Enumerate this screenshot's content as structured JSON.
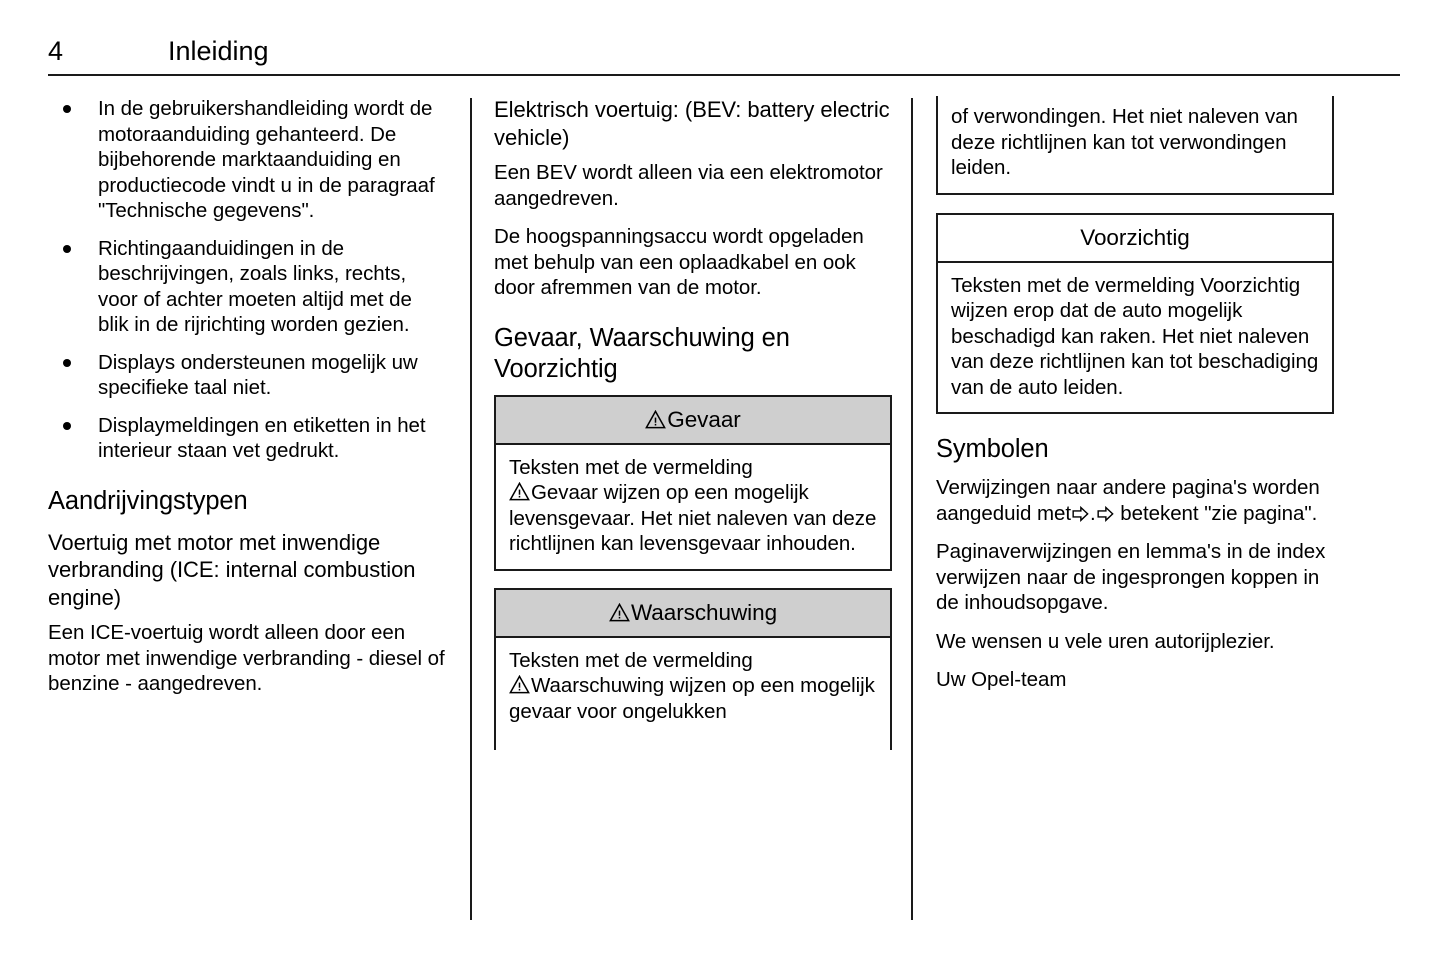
{
  "header": {
    "page_number": "4",
    "chapter_title": "Inleiding"
  },
  "icons": {
    "warning_triangle": "warning-triangle-icon",
    "page_reference_arrow": "right-arrow-outline-icon"
  },
  "colors": {
    "notice_header_shaded": "#cfcfcf",
    "rule": "#1a1a1a",
    "text": "#000000",
    "page_background": "#ffffff"
  },
  "column1": {
    "bullets": [
      "In de gebruikershandleiding wordt de motoraanduiding gehanteerd. De bijbehorende marktaanduiding en productiecode vindt u in de paragraaf \"Technische gegevens\".",
      "Richtingaanduidingen in de beschrijvingen, zoals links, rechts, voor of achter moeten altijd met de blik in de rijrichting worden gezien.",
      "Displays ondersteunen mogelijk uw specifieke taal niet.",
      "Displaymeldingen en etiketten in het interieur staan vet gedrukt."
    ],
    "heading_aandrijvingstypen": "Aandrijvingstypen",
    "heading_ice": "Voertuig met motor met inwendige verbranding (ICE: internal combustion engine)",
    "paragraph_ice": "Een ICE-voertuig wordt alleen door een motor met inwendige verbranding - diesel of benzine - aangedreven."
  },
  "column2": {
    "heading_bev": "Elektrisch voertuig: (BEV: battery electric vehicle)",
    "paragraph_bev_1": "Een BEV wordt alleen via een elektromotor aangedreven.",
    "paragraph_bev_2": "De hoogspanningsaccu wordt opgeladen met behulp van een oplaadkabel en ook door afremmen van de motor.",
    "heading_notices": "Gevaar, Waarschuwing en Voorzichtig",
    "danger_box": {
      "title": "Gevaar",
      "body_lead": "Teksten met de vermelding",
      "body_rest": "Gevaar wijzen op een mogelijk levensgevaar. Het niet naleven van deze richtlijnen kan levensgevaar inhouden."
    },
    "warning_box": {
      "title": "Waarschuwing",
      "body_lead": "Teksten met de vermelding",
      "body_rest": "Waarschuwing wijzen op een mogelijk gevaar voor ongelukken"
    }
  },
  "column3": {
    "warning_box_continued": {
      "body": "of verwondingen. Het niet naleven van deze richtlijnen kan tot verwondingen leiden."
    },
    "caution_box": {
      "title": "Voorzichtig",
      "body": "Teksten met de vermelding Voorzichtig wijzen erop dat de auto mogelijk beschadigd kan raken. Het niet naleven van deze richtlijnen kan tot beschadiging van de auto leiden."
    },
    "heading_symbolen": "Symbolen",
    "paragraph_refs_part1": "Verwijzingen naar andere pagina's worden aangeduid met",
    "paragraph_refs_part2": ".",
    "paragraph_refs_part3": "betekent \"zie pagina\".",
    "paragraph_index": "Paginaverwijzingen en lemma's in de index verwijzen naar de ingesprongen koppen in de inhoudsopgave.",
    "paragraph_closing": "We wensen u vele uren autorijplezier.",
    "signature": "Uw Opel-team"
  }
}
